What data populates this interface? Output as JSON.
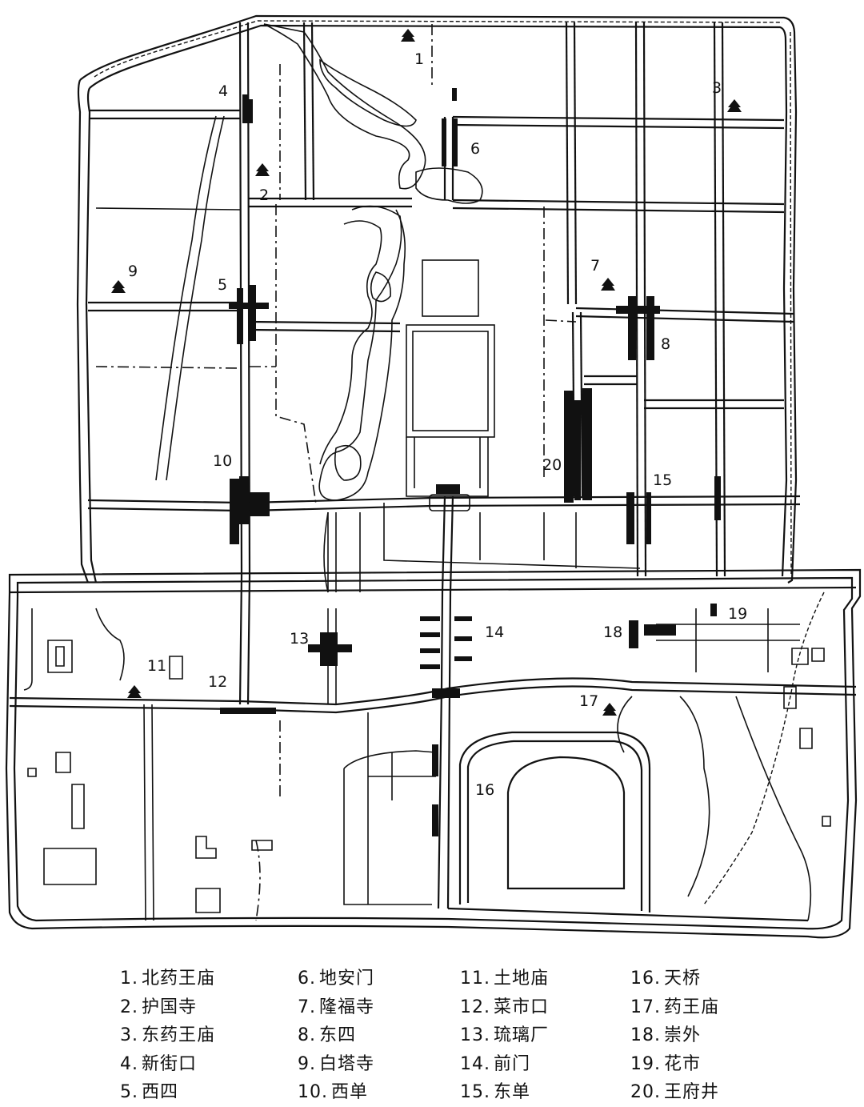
{
  "legend": [
    {
      "num": "1.",
      "name": "北药王庙"
    },
    {
      "num": "2.",
      "name": "护国寺"
    },
    {
      "num": "3.",
      "name": "东药王庙"
    },
    {
      "num": "4.",
      "name": "新街口"
    },
    {
      "num": "5.",
      "name": "西四"
    },
    {
      "num": "6.",
      "name": "地安门"
    },
    {
      "num": "7.",
      "name": "隆福寺"
    },
    {
      "num": "8.",
      "name": "东四"
    },
    {
      "num": "9.",
      "name": "白塔寺"
    },
    {
      "num": "10.",
      "name": "西单"
    },
    {
      "num": "11.",
      "name": "土地庙"
    },
    {
      "num": "12.",
      "name": "菜市口"
    },
    {
      "num": "13.",
      "name": "琉璃厂"
    },
    {
      "num": "14.",
      "name": "前门"
    },
    {
      "num": "15.",
      "name": "东单"
    },
    {
      "num": "16.",
      "name": "天桥"
    },
    {
      "num": "17.",
      "name": "药王庙"
    },
    {
      "num": "18.",
      "name": "崇外"
    },
    {
      "num": "19.",
      "name": "花市"
    },
    {
      "num": "20.",
      "name": "王府井"
    }
  ],
  "map_labels": {
    "l1": "1",
    "l2": "2",
    "l3": "3",
    "l4": "4",
    "l5": "5",
    "l6": "6",
    "l7": "7",
    "l8": "8",
    "l9": "9",
    "l10": "10",
    "l11": "11",
    "l12": "12",
    "l13": "13",
    "l14": "14",
    "l15": "15",
    "l16": "16",
    "l17": "17",
    "l18": "18",
    "l19": "19",
    "l20": "20"
  },
  "icons": {
    "temple": "pagoda-icon"
  }
}
